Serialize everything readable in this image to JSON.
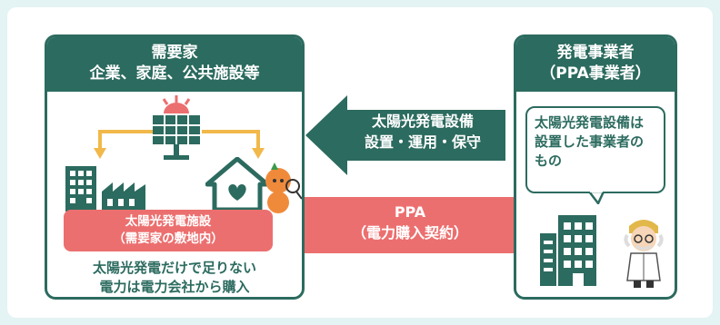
{
  "consumer": {
    "title_line1": "需要家",
    "title_line2": "企業、家庭、公共施設等",
    "facility_line1": "太陽光発電施設",
    "facility_line2": "（需要家の敷地内）",
    "note_line1": "太陽光発電だけで足りない",
    "note_line2": "電力は電力会社から購入"
  },
  "operator": {
    "title_line1": "発電事業者",
    "title_line2": "（PPA事業者）",
    "bubble_line1": "太陽光発電設備は",
    "bubble_line2": "設置した事業者の",
    "bubble_line3": "もの"
  },
  "arrows": {
    "service_line1": "太陽光発電設備",
    "service_line2": "設置・運用・保守",
    "contract_line1": "PPA",
    "contract_line2": "（電力購入契約）"
  },
  "colors": {
    "green": "#2c6b5f",
    "coral": "#ec6f6f",
    "yellow": "#f1b84a",
    "background": "#e4f3f3"
  },
  "icons": [
    "solar-panel-icon",
    "building-icon",
    "factory-icon",
    "house-icon",
    "mascot-icon",
    "office-building-icon",
    "scientist-icon"
  ]
}
